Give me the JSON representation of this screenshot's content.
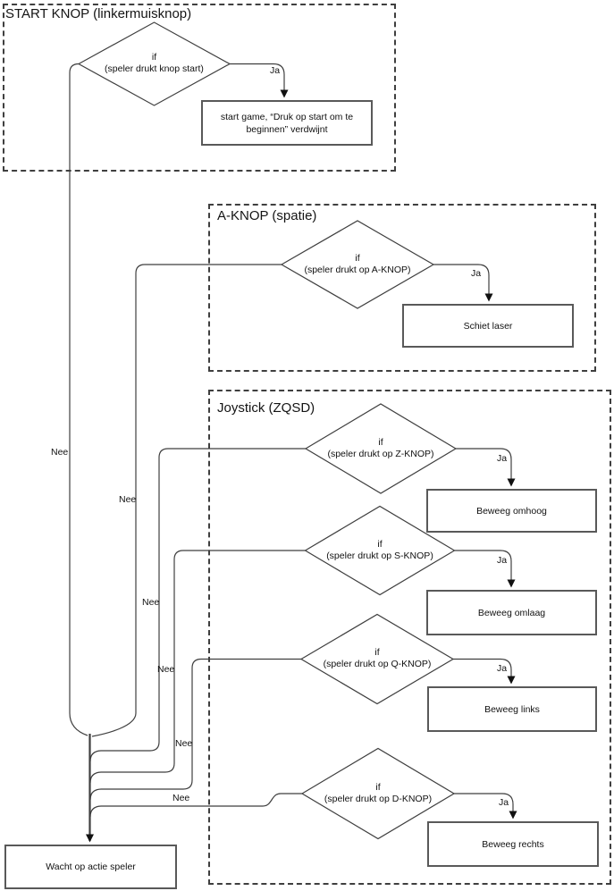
{
  "colors": {
    "connector": "#3f3f3f",
    "box_border": "#595959",
    "section_border": "#3f3f3f",
    "arrow": "#111111",
    "text": "#111111",
    "background": "#ffffff"
  },
  "labels": {
    "yes": "Ja",
    "no": "Nee"
  },
  "sections": {
    "start": {
      "title": "START KNOP (linkermuisknop)"
    },
    "a": {
      "title": "A-KNOP (spatie)"
    },
    "joystick": {
      "title": "Joystick (ZQSD)"
    }
  },
  "decisions": {
    "start": {
      "line1": "if",
      "line2": "(speler drukt knop start)"
    },
    "a": {
      "line1": "if",
      "line2": "(speler drukt op A-KNOP)"
    },
    "z": {
      "line1": "if",
      "line2": "(speler drukt op Z-KNOP)"
    },
    "s": {
      "line1": "if",
      "line2": "(speler drukt op S-KNOP)"
    },
    "q": {
      "line1": "if",
      "line2": "(speler drukt op Q-KNOP)"
    },
    "d": {
      "line1": "if",
      "line2": "(speler drukt op D-KNOP)"
    }
  },
  "processes": {
    "start_game": "start game, “Druk op start om te beginnen” verdwijnt",
    "schiet_laser": "Schiet laser",
    "omhoog": "Beweeg omhoog",
    "omlaag": "Beweeg omlaag",
    "links": "Beweeg links",
    "rechts": "Beweeg rechts",
    "wacht": "Wacht op actie speler"
  }
}
